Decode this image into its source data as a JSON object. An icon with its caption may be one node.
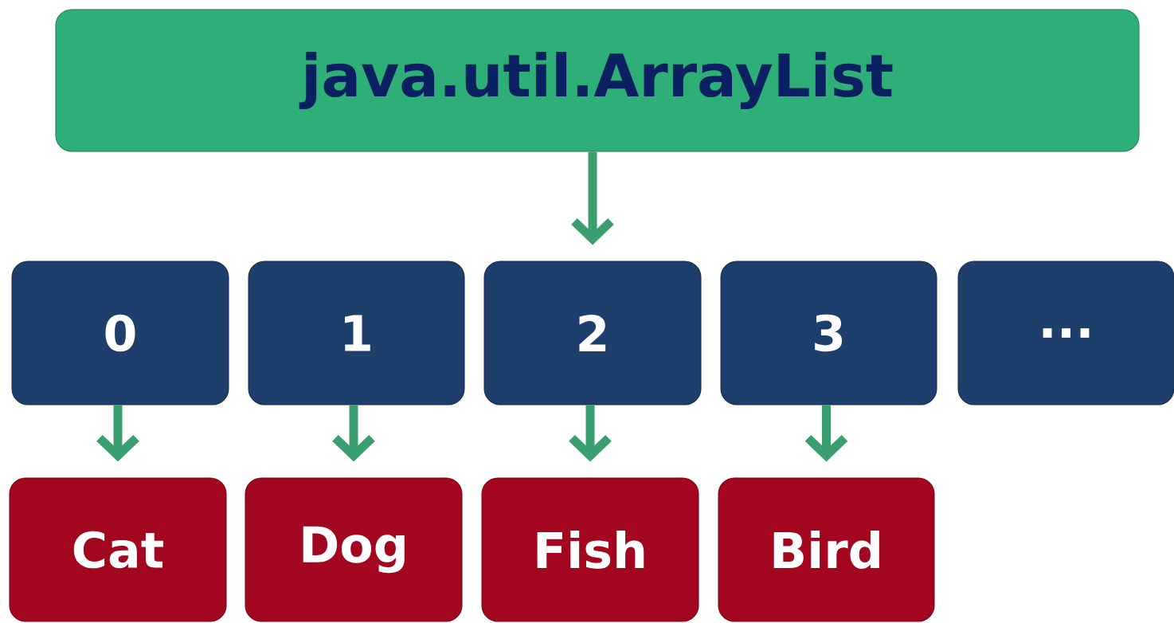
{
  "diagram": {
    "nodes": [
      {
        "text": [
          "java.util.ArrayList"
        ]
      },
      {
        "text": [
          "0"
        ]
      },
      {
        "text": [
          "1"
        ]
      },
      {
        "text": [
          "2"
        ]
      },
      {
        "text": [
          "3"
        ]
      },
      {
        "text": [
          "..."
        ]
      },
      {
        "text": [
          "Cat"
        ]
      },
      {
        "text": [
          "Dog"
        ]
      },
      {
        "text": [
          "Fish"
        ]
      },
      {
        "text": [
          "Bird"
        ]
      }
    ],
    "edges": [
      {
        "from": 0,
        "to": 3,
        "arrow": "to"
      },
      {
        "from": 1,
        "to": 6,
        "arrow": "to"
      },
      {
        "from": 2,
        "to": 7,
        "arrow": "to"
      },
      {
        "from": 3,
        "to": 8,
        "arrow": "to"
      },
      {
        "from": 4,
        "to": 9,
        "arrow": "to"
      }
    ]
  }
}
